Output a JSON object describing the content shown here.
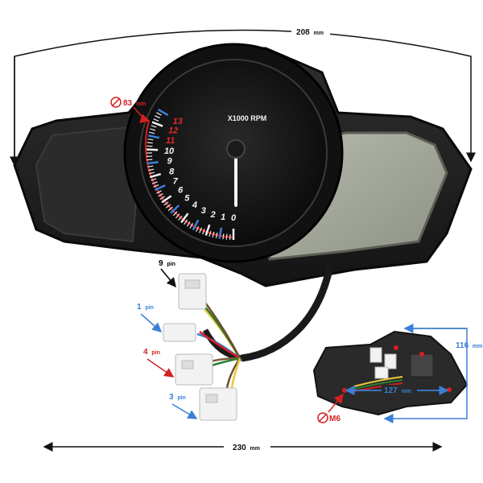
{
  "dimensions": {
    "top_width": {
      "value": "208",
      "unit": "mm"
    },
    "bottom_width": {
      "value": "230",
      "unit": "mm"
    },
    "gauge_diameter": {
      "symbol": "⌀",
      "value": "83",
      "unit": "mm"
    },
    "back_height": {
      "value": "116",
      "unit": "mm"
    },
    "mount_spacing": {
      "value": "127",
      "unit": "mm"
    },
    "bolt": {
      "symbol": "⌀",
      "value": "M6"
    }
  },
  "tachometer": {
    "unit_label": "X1000 RPM",
    "ticks": [
      "0",
      "1",
      "2",
      "3",
      "4",
      "5",
      "6",
      "7",
      "8",
      "9",
      "10",
      "11",
      "12",
      "13"
    ],
    "red_ticks": [
      "11",
      "12",
      "13"
    ]
  },
  "connectors": [
    {
      "value": "9",
      "unit": "pin",
      "color": "#000000"
    },
    {
      "value": "1",
      "unit": "pin",
      "color": "#3b7fd6"
    },
    {
      "value": "4",
      "unit": "pin",
      "color": "#d42020"
    },
    {
      "value": "3",
      "unit": "pin",
      "color": "#3b7fd6"
    }
  ],
  "colors": {
    "accent_red": "#d42020",
    "accent_blue": "#3b7fd6",
    "housing": "#1c1c1c",
    "lcd": "#a3a89a"
  }
}
